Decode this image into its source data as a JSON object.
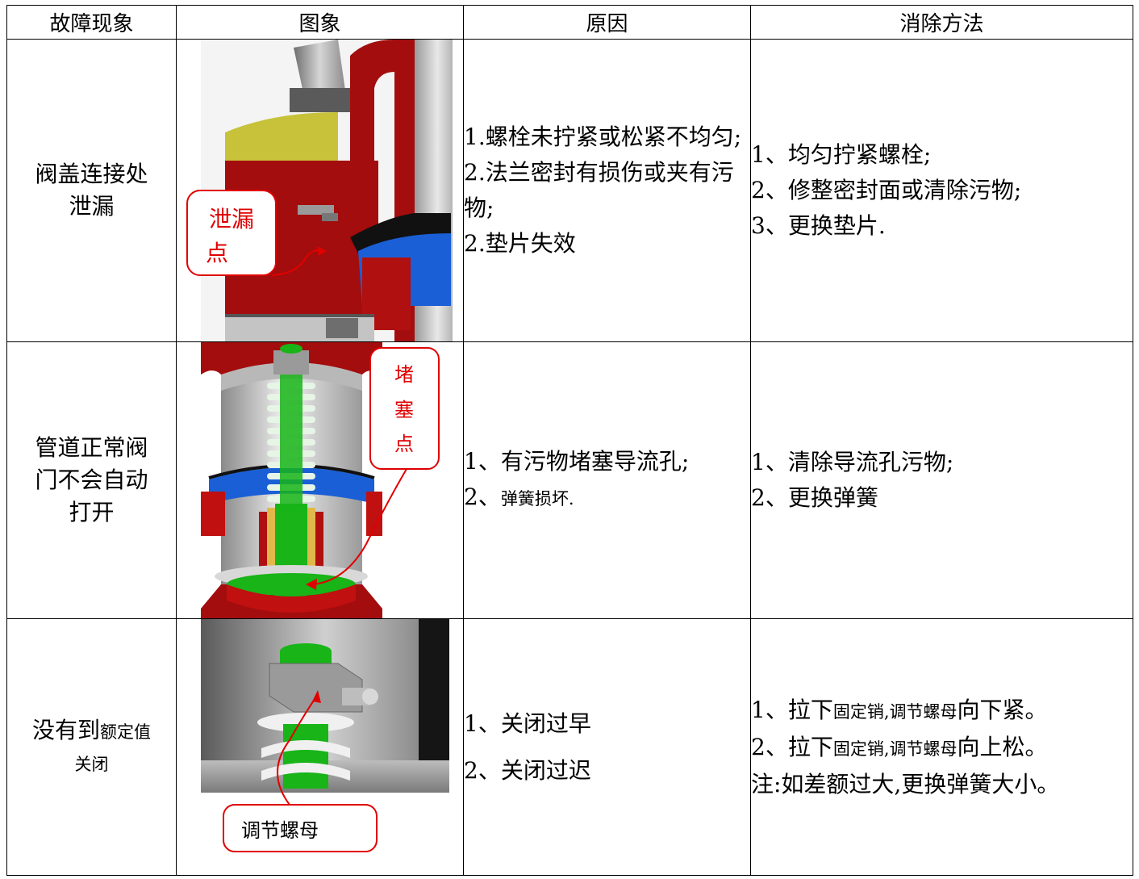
{
  "headers": [
    "故障现象",
    "图象",
    "原因",
    "消除方法"
  ],
  "rows": [
    {
      "symptom": [
        "阀盖连接处",
        "泄漏"
      ],
      "image_label": [
        "泄漏",
        "点"
      ],
      "causes": [
        "1.螺栓未拧紧或松紧不均匀;",
        "2.法兰密封有损伤或夹有污物;",
        "2.垫片失效"
      ],
      "remedies": [
        "1、均匀拧紧螺栓;",
        "2、修整密封面或清除污物;",
        "3、更换垫片."
      ]
    },
    {
      "symptom": [
        "管道正常阀",
        "门不会自动",
        "打开"
      ],
      "image_label": [
        "堵",
        "塞",
        "点"
      ],
      "causes": [
        "1、有污物堵塞导流孔;",
        "2、弹簧损坏."
      ],
      "remedies": [
        "1、清除导流孔污物;",
        "2、更换弹簧"
      ]
    },
    {
      "symptom_line1_a": "没有到",
      "symptom_line1_b": "额定值",
      "symptom_line2": "关闭",
      "image_label": "调节螺母",
      "causes": [
        "1、关闭过早",
        "2、关闭过迟"
      ],
      "remedy_parts": {
        "pull": "拉下",
        "pin": "固定销,",
        "adjust": "调节螺母",
        "down": "向下紧。",
        "up": "向上松。"
      },
      "remedy_prefixes": [
        "1、",
        "2、"
      ],
      "note": "注:如差额过大,更换弹簧大小。"
    }
  ],
  "colors": {
    "valve_red": "#a30d0d",
    "seal_blue": "#1a5fd6",
    "cap_yellow": "#c8c23a",
    "spring_green": "#18b418",
    "label_red": "#e00000"
  }
}
